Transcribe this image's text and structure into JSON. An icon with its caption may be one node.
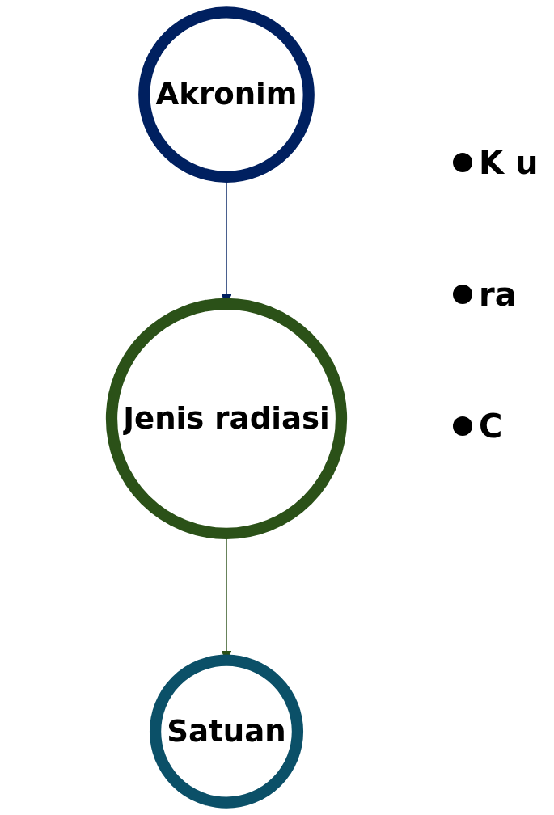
{
  "diagram": {
    "nodes": [
      {
        "text": [
          "Akronim"
        ]
      },
      {
        "text": [
          "Jenis radiasi"
        ]
      },
      {
        "text": [
          "Satuan"
        ]
      }
    ],
    "edges": [
      {
        "from": 0,
        "to": 1,
        "arrow": "to",
        "color": "#002060"
      },
      {
        "from": 1,
        "to": 2,
        "arrow": "to",
        "color": "#2b5118"
      }
    ],
    "labels": [
      "K u",
      "ra",
      "C"
    ]
  }
}
